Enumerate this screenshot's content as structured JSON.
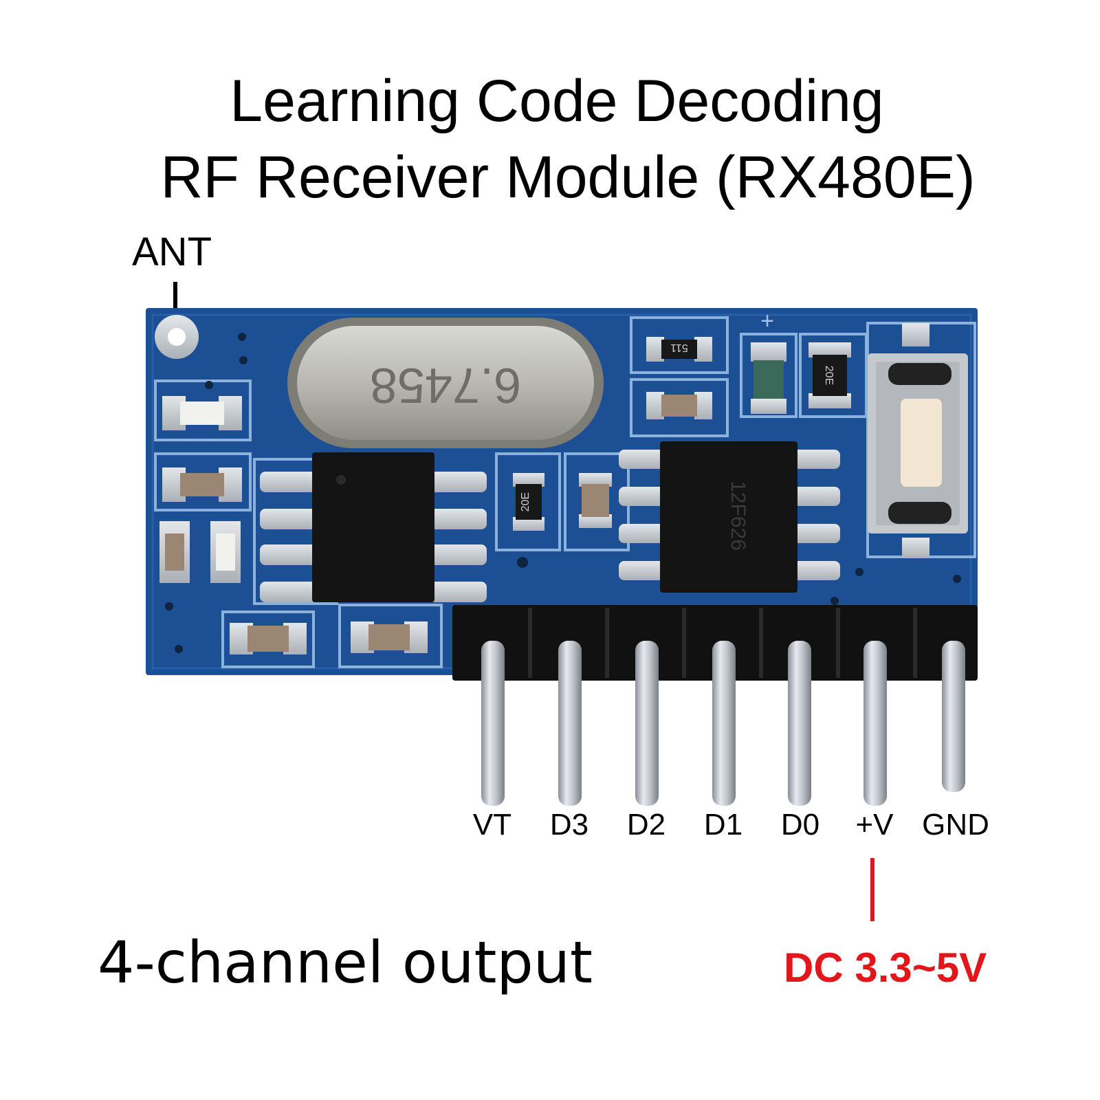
{
  "title": {
    "line1": "Learning Code Decoding",
    "line2": "RF Receiver Module (RX480E)"
  },
  "antenna_label": "ANT",
  "pins": [
    "VT",
    "D3",
    "D2",
    "D1",
    "D0",
    "+V",
    "GND"
  ],
  "channel_note": "4-channel output",
  "power_note": "DC 3.3~5V",
  "component_markings": {
    "crystal": "6.7458",
    "resistor_top": "511",
    "resistor_right": "20E",
    "resistor_mid": "20E",
    "decoder_ic": "12F626"
  },
  "colors": {
    "pcb_blue": "#1d4f95",
    "power_red": "#e3161c"
  }
}
